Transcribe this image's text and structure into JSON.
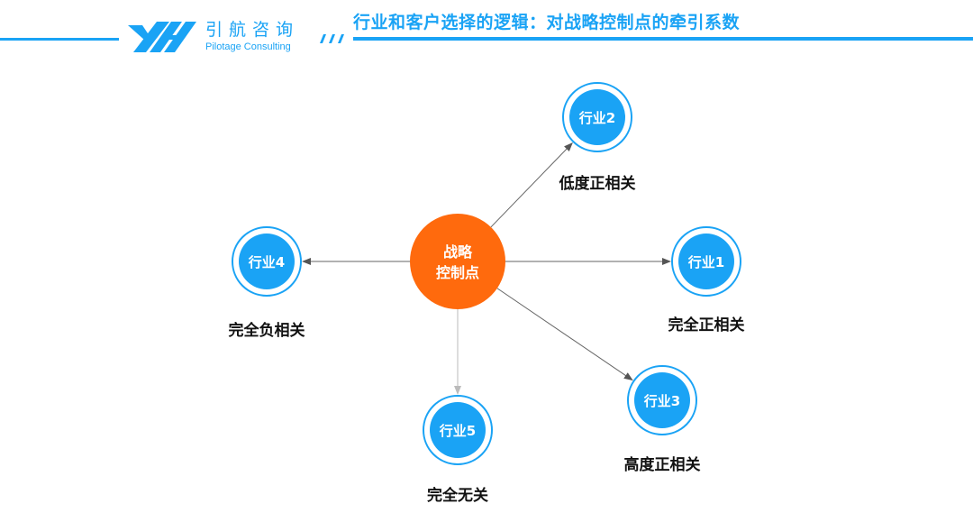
{
  "header": {
    "brand_cn": "引航咨询",
    "brand_en": "Pilotage Consulting",
    "title": "行业和客户选择的逻辑：对战略控制点的牵引系数",
    "logo_icon": "yh-logo-icon",
    "accent_color": "#1aa3f5"
  },
  "diagram": {
    "center": {
      "line1": "战略",
      "line2": "控制点",
      "color": "#ff6a0d"
    },
    "node_color": "#1aa3f5",
    "nodes": [
      {
        "label": "行业1",
        "relation": "完全正相关"
      },
      {
        "label": "行业2",
        "relation": "低度正相关"
      },
      {
        "label": "行业3",
        "relation": "高度正相关"
      },
      {
        "label": "行业4",
        "relation": "完全负相关"
      },
      {
        "label": "行业5",
        "relation": "完全无关"
      }
    ]
  }
}
